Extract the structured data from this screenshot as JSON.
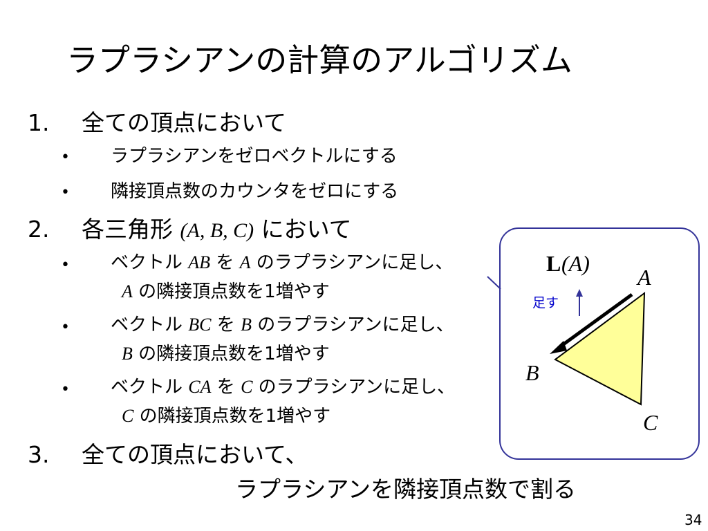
{
  "title": "ラプラシアンの計算のアルゴリズム",
  "steps": [
    {
      "num": "1.",
      "text": "全ての頂点において",
      "subs": [
        {
          "bullet": "•",
          "text": "ラプラシアンをゼロベクトルにする"
        },
        {
          "bullet": "•",
          "text": "隣接頂点数のカウンタをゼロにする"
        }
      ]
    },
    {
      "num": "2.",
      "text_pre": "各三角形",
      "math": "(A, B, C)",
      "text_post": "において",
      "subs": [
        {
          "bullet": "•",
          "pre": "ベクトル",
          "vec": "AB",
          "mid": "を",
          "vertex": "A",
          "post": "のラプラシアンに足し、",
          "line2_vertex": "A",
          "line2": "の隣接頂点数を1増やす"
        },
        {
          "bullet": "•",
          "pre": "ベクトル",
          "vec": "BC",
          "mid": "を",
          "vertex": "B",
          "post": "のラプラシアンに足し、",
          "line2_vertex": "B",
          "line2": "の隣接頂点数を1増やす"
        },
        {
          "bullet": "•",
          "pre": "ベクトル",
          "vec": "CA",
          "mid": "を",
          "vertex": "C",
          "post": "のラプラシアンに足し、",
          "line2_vertex": "C",
          "line2": "の隣接頂点数を1増やす"
        }
      ]
    },
    {
      "num": "3.",
      "text": "全ての頂点において、",
      "text_line2": "ラプラシアンを隣接頂点数で割る"
    }
  ],
  "inset": {
    "label_L": "L",
    "label_arg": "(A)",
    "add_label": "足す",
    "vertex_A": "A",
    "vertex_B": "B",
    "vertex_C": "C",
    "triangle_fill": "#ffff99",
    "border_color": "#333399",
    "add_label_color": "#0000cc"
  },
  "page_number": "34"
}
